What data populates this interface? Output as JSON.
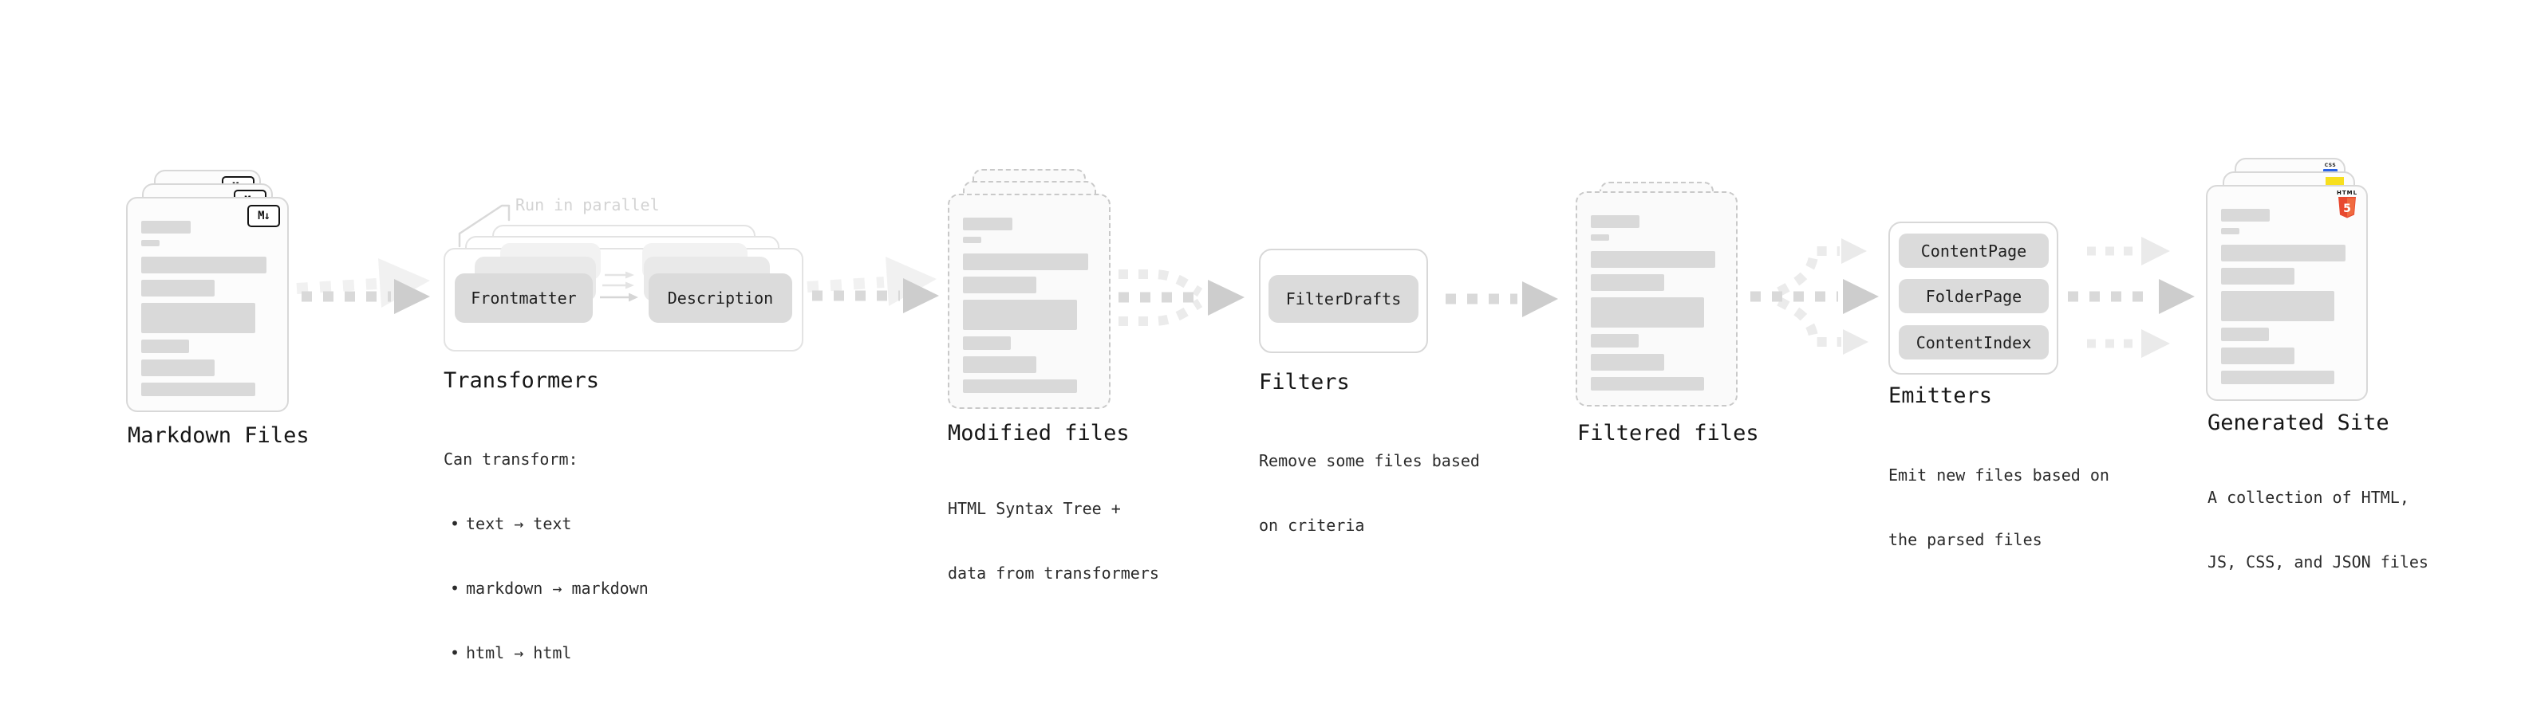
{
  "appearance": {
    "background": "#ffffff",
    "skeleton_gray": "#d9d9d9",
    "pill_gray": "#dbdbdb",
    "heading_color": "#161616",
    "body_text_color": "#2b2b2b",
    "annotation_gray": "#d3d3d3",
    "css_blue": "#2b63e6",
    "js_yellow": "#f7df1e",
    "html5_orange": "#e8492f"
  },
  "stages": {
    "markdown_files": {
      "label": "Markdown Files",
      "badge": "M↓"
    },
    "transformers": {
      "label": "Transformers",
      "annotation": "Run in parallel",
      "pills": [
        "Frontmatter",
        "Description"
      ],
      "can_transform": "Can transform:",
      "bullet_char": "•",
      "bullets": [
        "text → text",
        "markdown → markdown",
        "html → html"
      ]
    },
    "modified_files": {
      "label": "Modified files",
      "desc": [
        "HTML Syntax Tree +",
        "data from transformers"
      ]
    },
    "filters": {
      "label": "Filters",
      "pill": "FilterDrafts",
      "desc": [
        "Remove some files based",
        "on criteria"
      ]
    },
    "filtered_files": {
      "label": "Filtered files"
    },
    "emitters": {
      "label": "Emitters",
      "pills": [
        "ContentPage",
        "FolderPage",
        "ContentIndex"
      ],
      "desc": [
        "Emit new files based on",
        "the parsed files"
      ]
    },
    "generated_site": {
      "label": "Generated Site",
      "badges": {
        "css": "CSS",
        "html_word": "HTML",
        "html_five": "5"
      },
      "desc": [
        "A collection of HTML,",
        "JS, CSS, and JSON files"
      ]
    }
  }
}
